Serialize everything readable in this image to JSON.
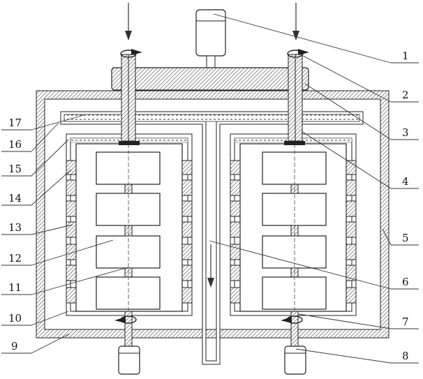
{
  "labels_right": [
    "1",
    "2",
    "3",
    "4",
    "5",
    "6",
    "7",
    "8"
  ],
  "labels_left": [
    "17",
    "16",
    "15",
    "14",
    "13",
    "12",
    "11",
    "10",
    "9"
  ],
  "colors": {
    "line": "#222222",
    "hatch": "#555555",
    "paper": "#ffffff"
  },
  "icons": [
    "arrow-down-icon",
    "rotation-arrow-icon",
    "motor-icon"
  ]
}
